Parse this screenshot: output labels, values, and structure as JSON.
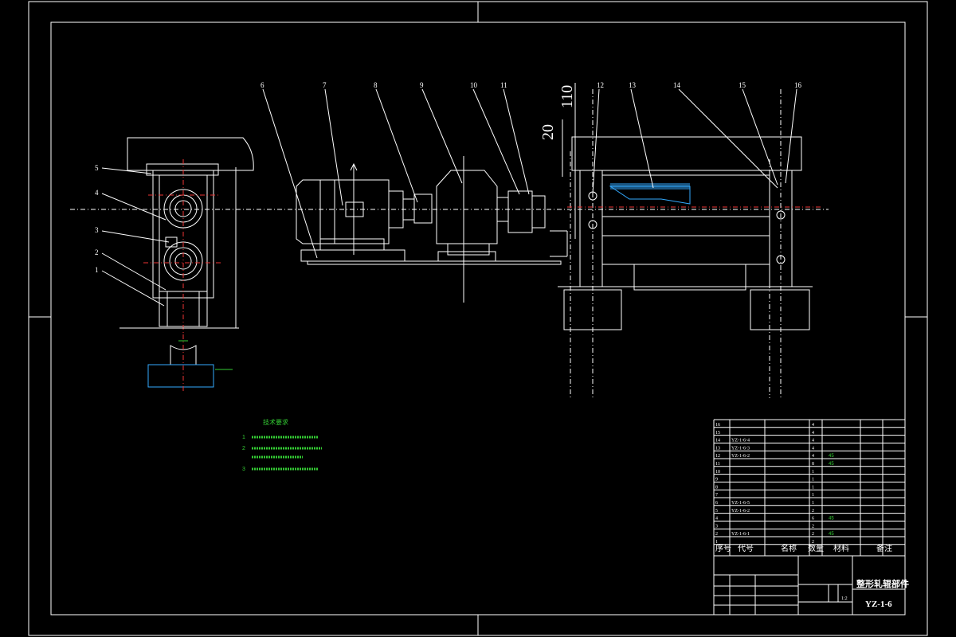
{
  "drawing": {
    "part_numbers": [
      "1",
      "2",
      "3",
      "4",
      "5",
      "6",
      "7",
      "8",
      "9",
      "10",
      "11",
      "12",
      "13",
      "14",
      "15",
      "16"
    ],
    "dimensions": {
      "d110": "110",
      "d20": "20"
    }
  },
  "title_block": {
    "title": "整形轧辊部件",
    "drawing_number": "YZ-1-6",
    "header": {
      "col_seq": "序号",
      "col_code": "代号",
      "col_name": "名称",
      "col_qty": "数量",
      "col_material": "材料",
      "col_note": "备注"
    },
    "rows": [
      {
        "seq": "16",
        "code": "",
        "name": "",
        "qty": "4",
        "mat": "",
        "note": ""
      },
      {
        "seq": "15",
        "code": "",
        "name": "",
        "qty": "4",
        "mat": "",
        "note": ""
      },
      {
        "seq": "14",
        "code": "YZ-1-6-4",
        "name": "",
        "qty": "4",
        "mat": "",
        "note": ""
      },
      {
        "seq": "13",
        "code": "YZ-1-6-3",
        "name": "",
        "qty": "4",
        "mat": "",
        "note": ""
      },
      {
        "seq": "12",
        "code": "YZ-1-6-2",
        "name": "",
        "qty": "4",
        "mat": "45",
        "note": ""
      },
      {
        "seq": "11",
        "code": "",
        "name": "",
        "qty": "8",
        "mat": "45",
        "note": ""
      },
      {
        "seq": "10",
        "code": "",
        "name": "",
        "qty": "1",
        "mat": "",
        "note": ""
      },
      {
        "seq": "9",
        "code": "",
        "name": "",
        "qty": "1",
        "mat": "",
        "note": ""
      },
      {
        "seq": "8",
        "code": "",
        "name": "",
        "qty": "1",
        "mat": "",
        "note": ""
      },
      {
        "seq": "7",
        "code": "",
        "name": "",
        "qty": "1",
        "mat": "",
        "note": ""
      },
      {
        "seq": "6",
        "code": "YZ-1-6-5",
        "name": "",
        "qty": "1",
        "mat": "",
        "note": ""
      },
      {
        "seq": "5",
        "code": "YZ-1-6-2",
        "name": "",
        "qty": "2",
        "mat": "",
        "note": ""
      },
      {
        "seq": "4",
        "code": "",
        "name": "",
        "qty": "6",
        "mat": "45",
        "note": ""
      },
      {
        "seq": "3",
        "code": "",
        "name": "",
        "qty": "2",
        "mat": "",
        "note": ""
      },
      {
        "seq": "2",
        "code": "YZ-1-6-1",
        "name": "",
        "qty": "2",
        "mat": "45",
        "note": ""
      },
      {
        "seq": "1",
        "code": "",
        "name": "",
        "qty": "2",
        "mat": "",
        "note": ""
      }
    ],
    "scale": "1:2"
  },
  "notes": {
    "heading": "技术要求",
    "items": [
      "1",
      "2",
      "3"
    ]
  },
  "colors": {
    "line": "#ffffff",
    "center": "#e33333",
    "dim": "#33cc33",
    "hatch": "#33aaff"
  }
}
